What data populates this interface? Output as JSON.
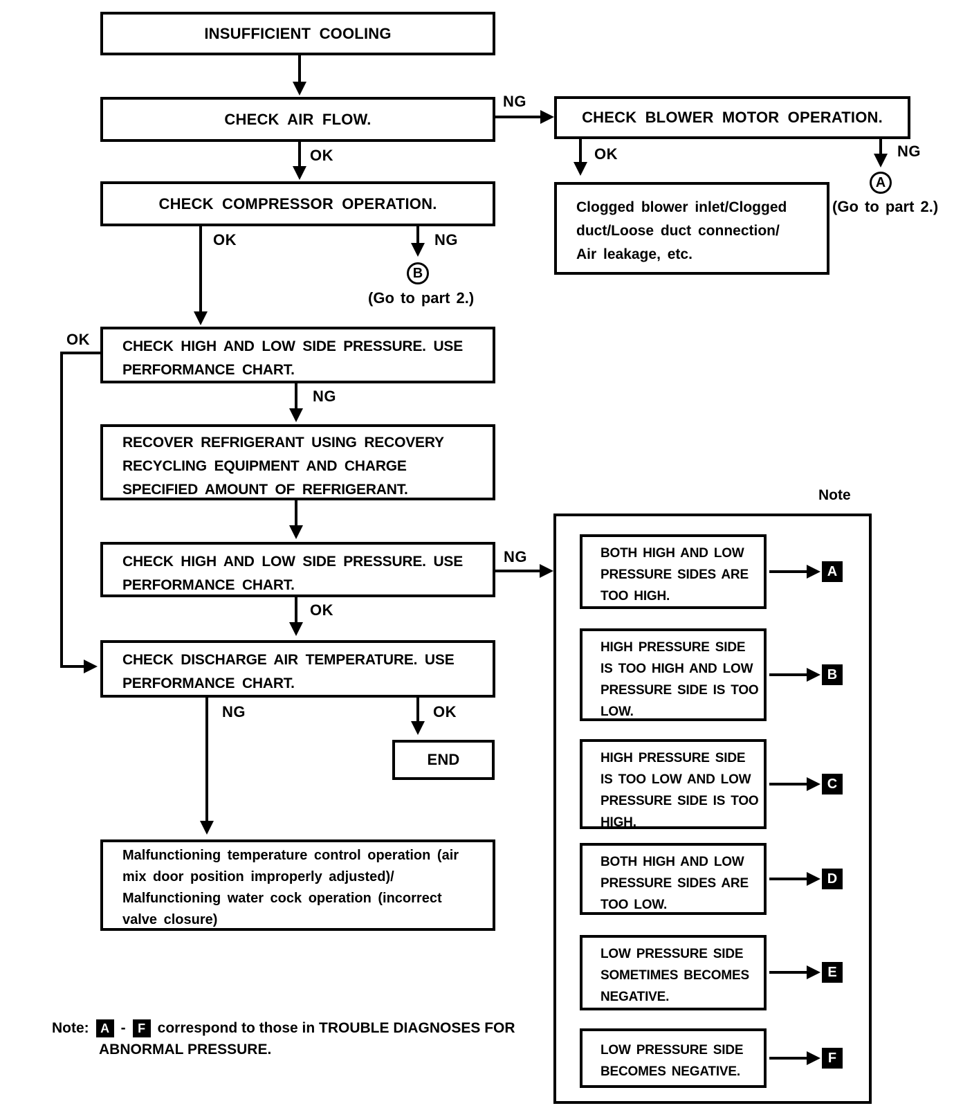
{
  "boxes": {
    "insufficient": "INSUFFICIENT COOLING",
    "airflow": "CHECK AIR FLOW.",
    "blower": "CHECK BLOWER MOTOR OPERATION.",
    "compressor": "CHECK COMPRESSOR OPERATION.",
    "clogged_lines": [
      "Clogged blower inlet/Clogged",
      "duct/Loose duct connection/",
      "Air leakage, etc."
    ],
    "pressure1_lines": [
      "CHECK HIGH AND LOW SIDE PRESSURE. USE",
      "PERFORMANCE CHART."
    ],
    "recover_lines": [
      "RECOVER REFRIGERANT USING RECOVERY",
      "RECYCLING EQUIPMENT AND CHARGE",
      "SPECIFIED AMOUNT OF REFRIGERANT."
    ],
    "pressure2_lines": [
      "CHECK HIGH AND LOW SIDE PRESSURE. USE",
      "PERFORMANCE CHART."
    ],
    "discharge_lines": [
      "CHECK DISCHARGE AIR TEMPERATURE. USE",
      "PERFORMANCE CHART."
    ],
    "end": "END",
    "malfunction_lines": [
      "Malfunctioning temperature control operation (air",
      "mix door position improperly adjusted)/",
      "Malfunctioning water cock operation (incorrect",
      "valve closure)"
    ]
  },
  "edge_labels": {
    "airflow_ng": "NG",
    "airflow_ok": "OK",
    "blower_ok": "OK",
    "blower_ng": "NG",
    "compressor_ok": "OK",
    "compressor_ng": "NG",
    "pressure1_ok": "OK",
    "pressure1_ng": "NG",
    "pressure2_ok": "OK",
    "pressure2_ng": "NG",
    "discharge_ng": "NG",
    "discharge_ok": "OK"
  },
  "goto": {
    "a_circle": "A",
    "a_text": "(Go to part 2.)",
    "b_circle": "B",
    "b_text": "(Go to part 2.)"
  },
  "note_panel": {
    "title": "Note",
    "items": [
      {
        "letter": "A",
        "lines": [
          "BOTH HIGH AND LOW",
          "PRESSURE SIDES ARE",
          "TOO HIGH."
        ]
      },
      {
        "letter": "B",
        "lines": [
          "HIGH PRESSURE SIDE",
          "IS TOO HIGH AND LOW",
          "PRESSURE SIDE IS TOO",
          "LOW."
        ]
      },
      {
        "letter": "C",
        "lines": [
          "HIGH PRESSURE SIDE",
          "IS TOO LOW AND LOW",
          "PRESSURE SIDE IS TOO",
          "HIGH."
        ]
      },
      {
        "letter": "D",
        "lines": [
          "BOTH HIGH AND LOW",
          "PRESSURE SIDES ARE",
          "TOO LOW."
        ]
      },
      {
        "letter": "E",
        "lines": [
          "LOW PRESSURE SIDE",
          "SOMETIMES BECOMES",
          "NEGATIVE."
        ]
      },
      {
        "letter": "F",
        "lines": [
          "LOW PRESSURE SIDE",
          "BECOMES NEGATIVE."
        ]
      }
    ]
  },
  "footnote": {
    "prefix": "Note:",
    "from_letter": "A",
    "dash": "-",
    "to_letter": "F",
    "line1_rest": "correspond to those in TROUBLE DIAGNOSES FOR",
    "line2": "ABNORMAL PRESSURE."
  }
}
